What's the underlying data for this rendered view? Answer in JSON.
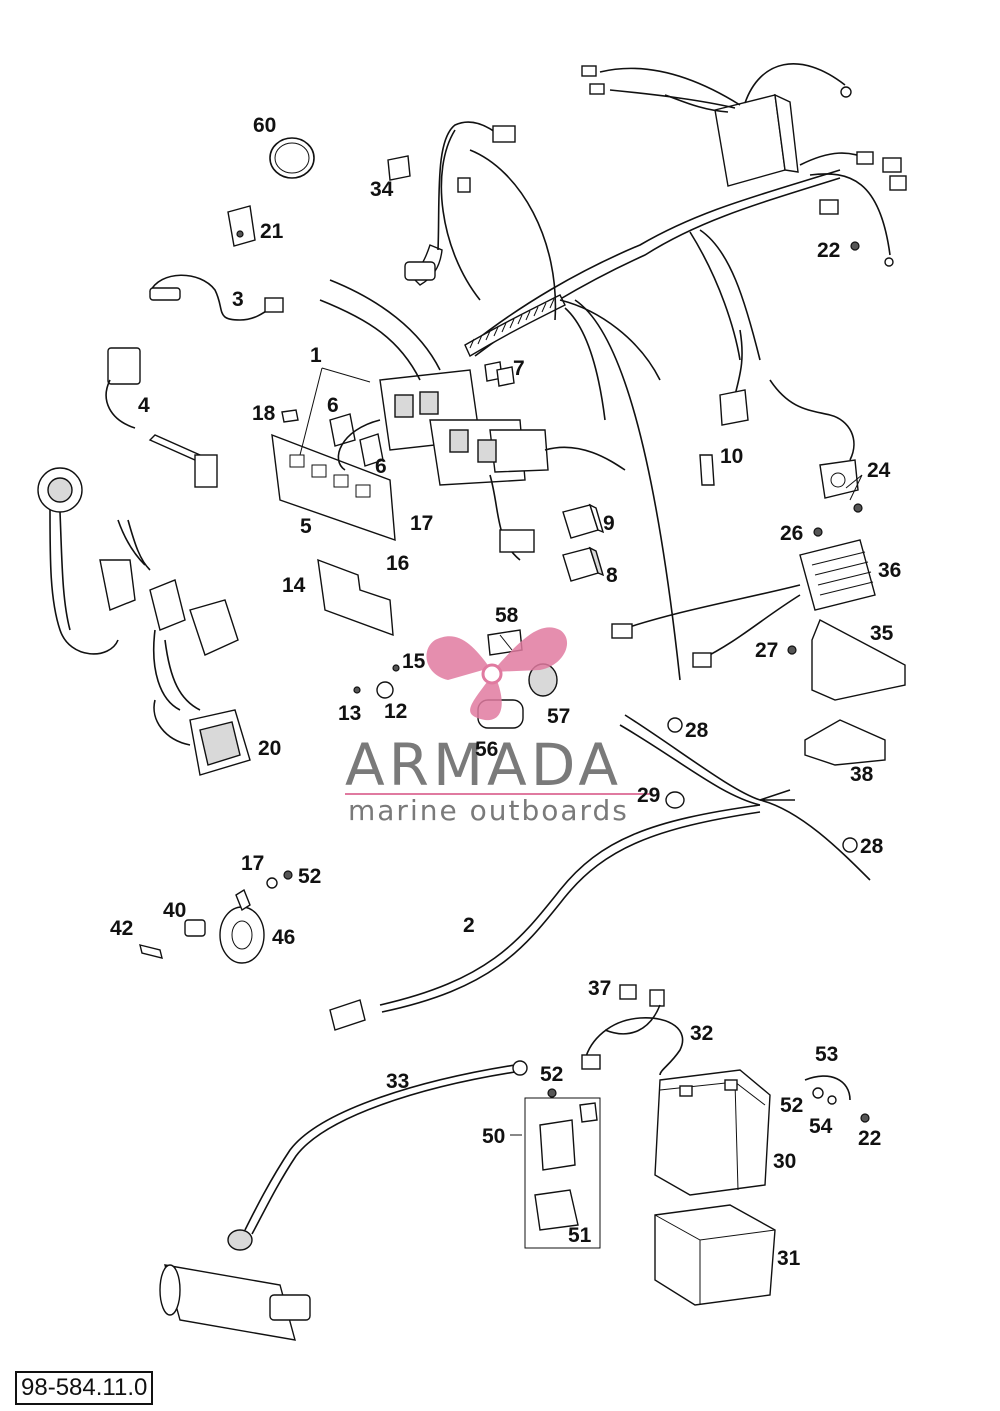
{
  "watermark": {
    "name": "ARMADA",
    "tagline": "marine outboards",
    "colors": {
      "logo": "#e07aa0",
      "text": "#7a7a7a"
    }
  },
  "reference_number": "98-584.11.0",
  "part_labels": {
    "p1": "1",
    "p2": "2",
    "p3": "3",
    "p4": "4",
    "p5": "5",
    "p6a": "6",
    "p6b": "6",
    "p7": "7",
    "p8": "8",
    "p9": "9",
    "p10": "10",
    "p12": "12",
    "p13": "13",
    "p14": "14",
    "p15": "15",
    "p16": "16",
    "p17a": "17",
    "p17b": "17",
    "p18": "18",
    "p20": "20",
    "p21": "21",
    "p22a": "22",
    "p22b": "22",
    "p24": "24",
    "p26": "26",
    "p27": "27",
    "p28a": "28",
    "p28b": "28",
    "p29": "29",
    "p30": "30",
    "p31": "31",
    "p32": "32",
    "p33": "33",
    "p34": "34",
    "p35": "35",
    "p36": "36",
    "p37": "37",
    "p38": "38",
    "p40": "40",
    "p42": "42",
    "p46": "46",
    "p50": "50",
    "p51": "51",
    "p52a": "52",
    "p52b": "52",
    "p52c": "52",
    "p53": "53",
    "p54": "54",
    "p56": "56",
    "p57": "57",
    "p58": "58",
    "p60": "60"
  }
}
